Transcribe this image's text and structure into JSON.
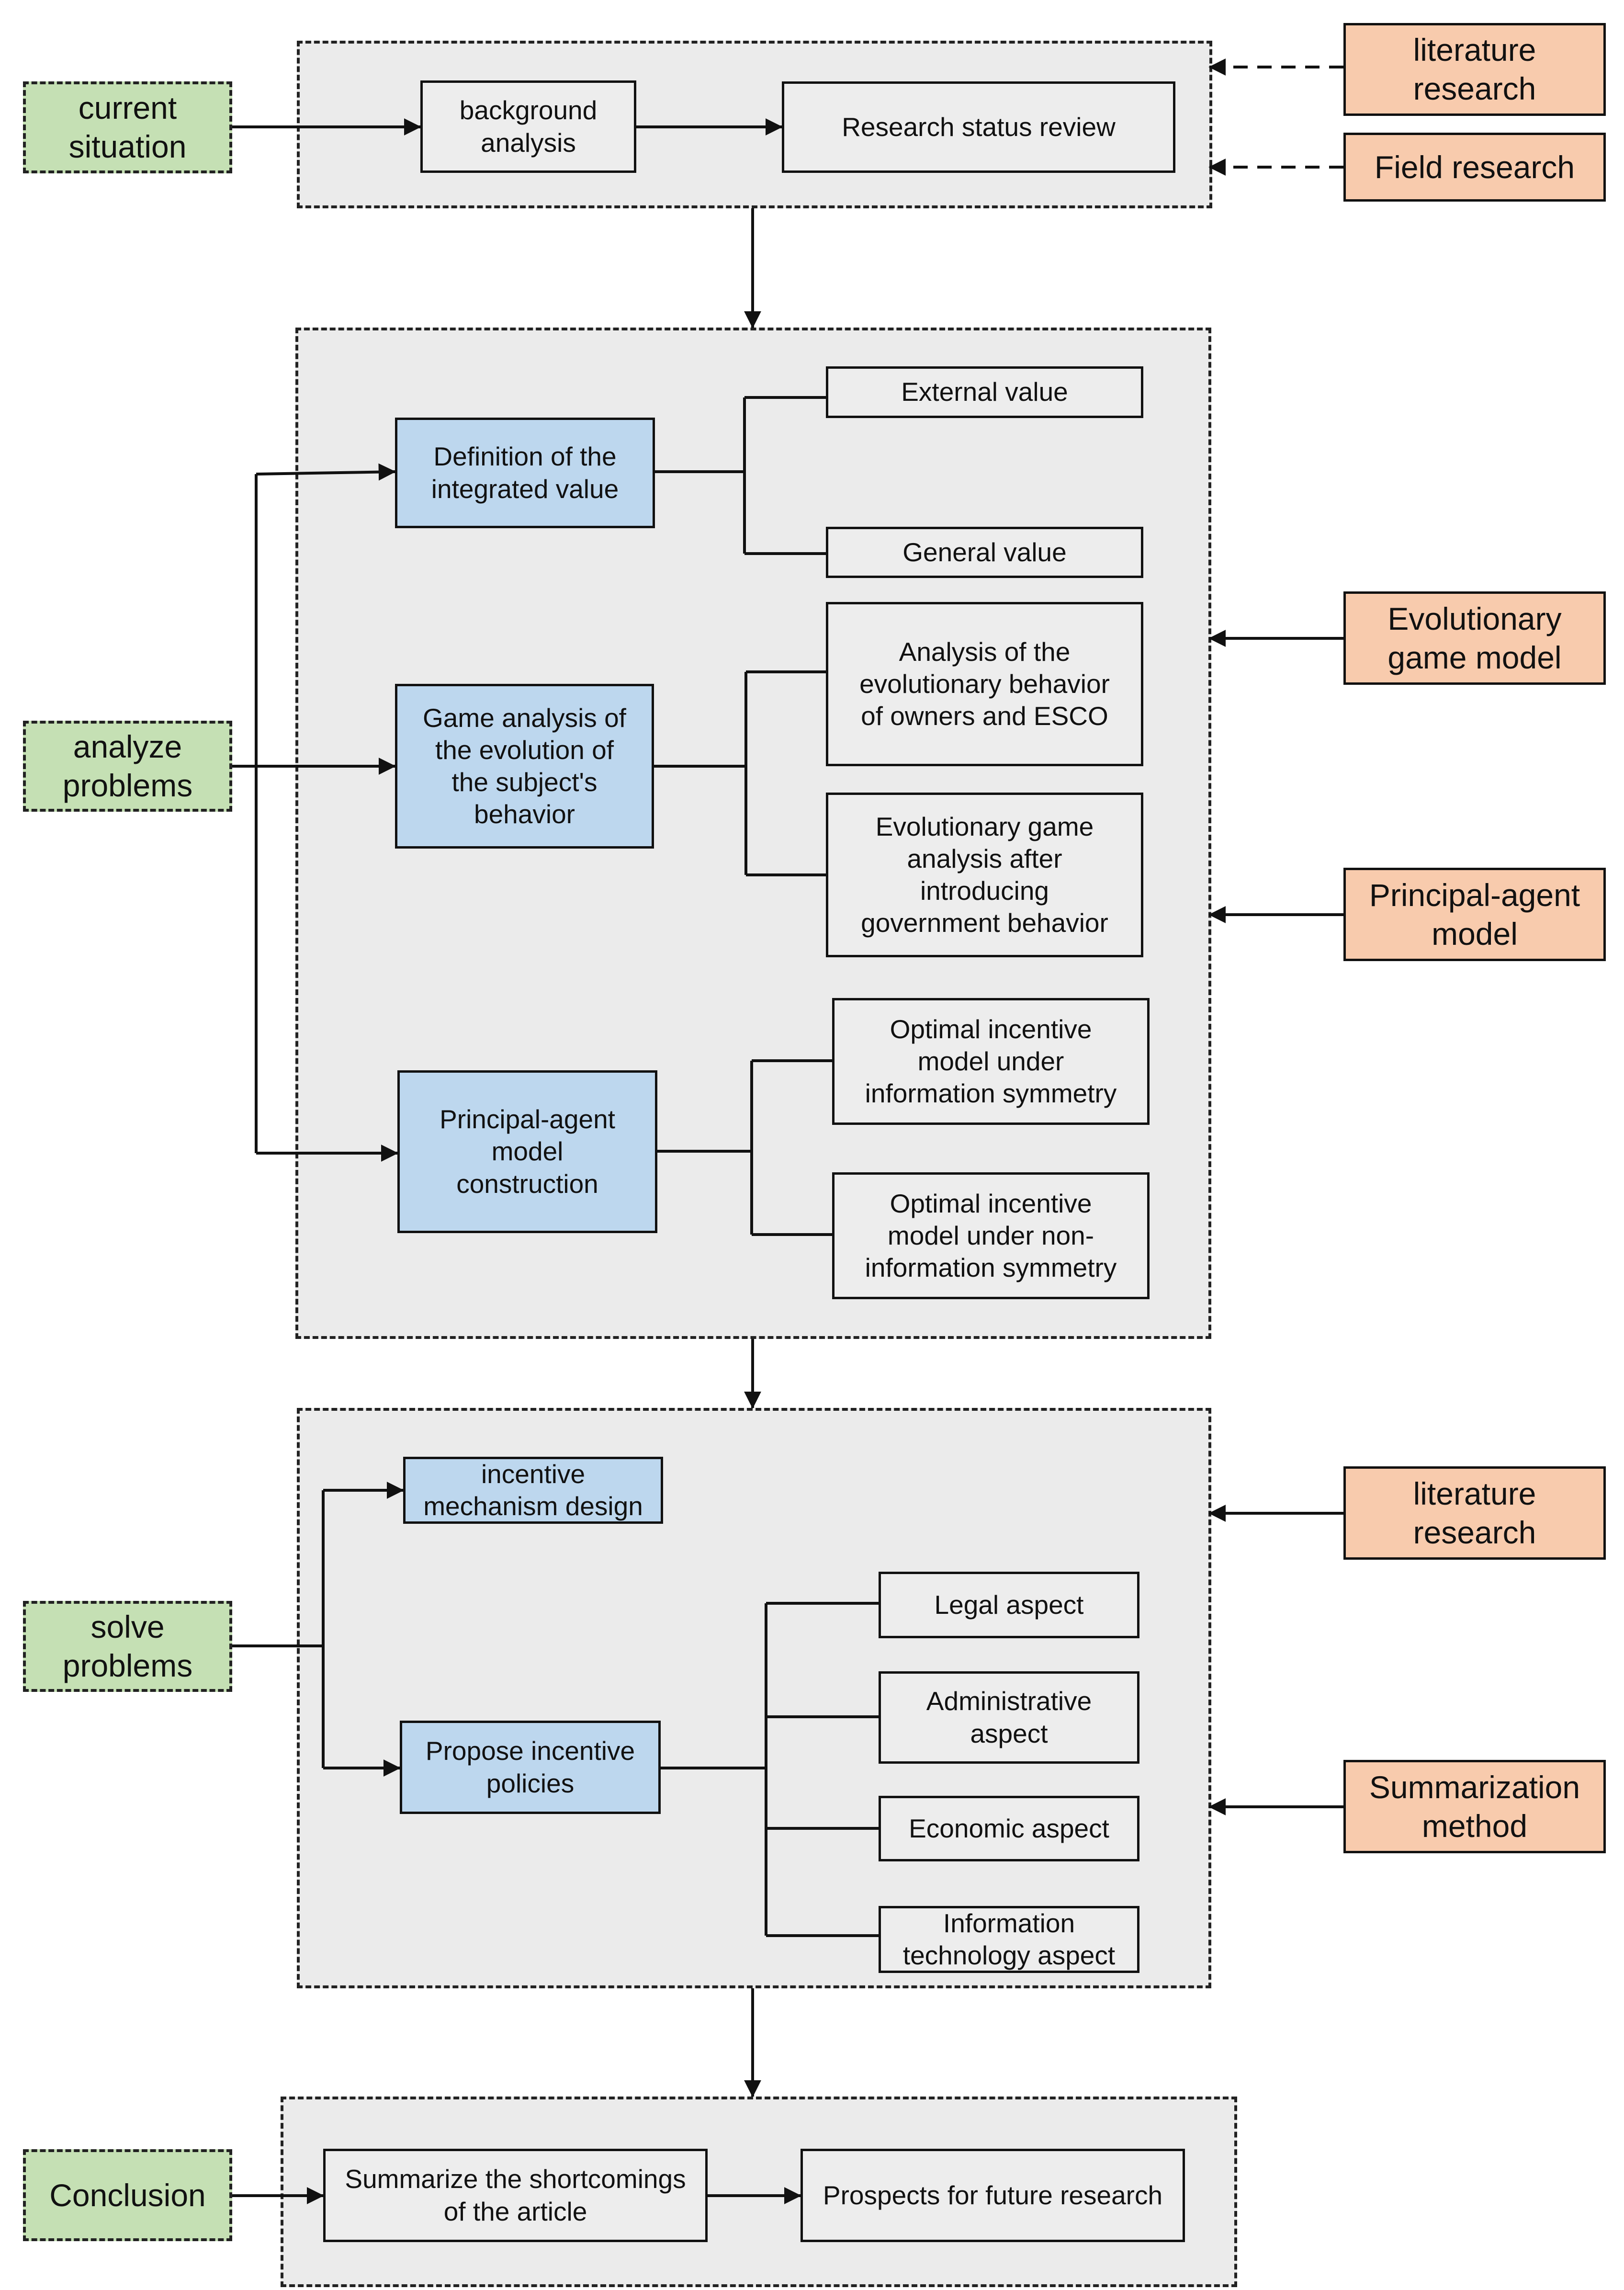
{
  "stages": {
    "current": "current\nsituation",
    "analyze": "analyze\nproblems",
    "solve": "solve\nproblems",
    "conclusion": "Conclusion"
  },
  "methods": {
    "literature_1": "literature\nresearch",
    "field": "Field research",
    "evolutionary": "Evolutionary\ngame model",
    "principal_agent": "Principal-agent\nmodel",
    "literature_2": "literature\nresearch",
    "summarization": "Summarization\nmethod"
  },
  "section1": {
    "background": "background\nanalysis",
    "status_review": "Research status review"
  },
  "section2": {
    "definition": "Definition of the\nintegrated value",
    "external_value": "External value",
    "general_value": "General value",
    "game_analysis": "Game analysis of\nthe evolution of\nthe subject's\nbehavior",
    "owners_esco": "Analysis of the\nevolutionary behavior\nof owners and ESCO",
    "government": "Evolutionary game\nanalysis after\nintroducing\ngovernment behavior",
    "principal_agent_construction": "Principal-agent\nmodel\nconstruction",
    "symmetry": "Optimal incentive\nmodel under\ninformation symmetry",
    "non_symmetry": "Optimal incentive\nmodel under non-\ninformation symmetry"
  },
  "section3": {
    "mechanism": "incentive\nmechanism design",
    "policies": "Propose incentive\npolicies",
    "legal": "Legal aspect",
    "administrative": "Administrative\naspect",
    "economic": "Economic aspect",
    "information_tech": "Information\ntechnology aspect"
  },
  "section4": {
    "shortcomings": "Summarize the shortcomings\nof the article",
    "prospects": "Prospects for future research"
  },
  "colors": {
    "stage_fill": "#c5e0b4",
    "method_fill": "#f8cbad",
    "model_fill": "#bdd7ee",
    "panel_fill": "#ebebeb",
    "box_fill": "#ededed",
    "line": "#111111"
  }
}
